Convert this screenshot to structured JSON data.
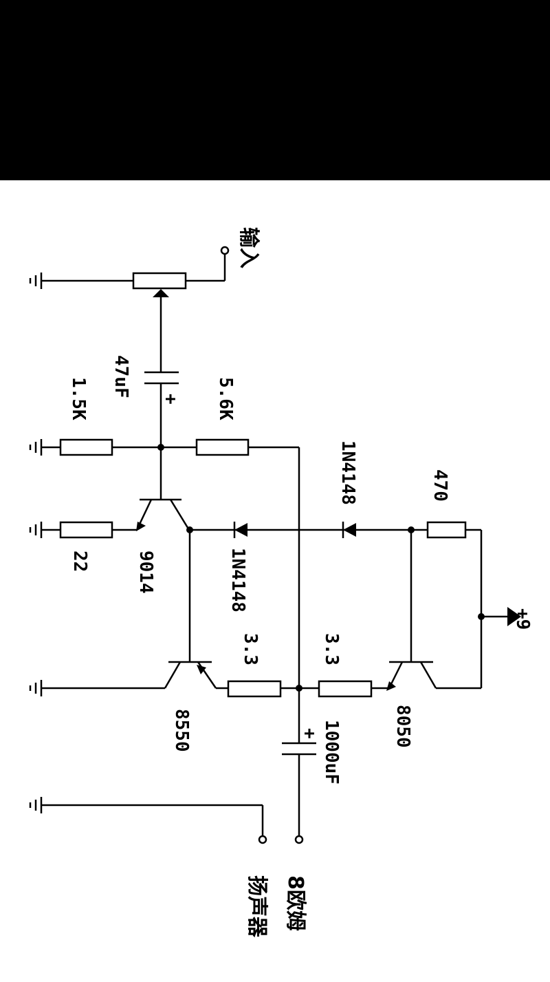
{
  "labels": {
    "input": "输入",
    "speaker_line1": "8欧姆",
    "speaker_line2": "扬声器",
    "cap_input": "47uF",
    "cap_output": "1000uF",
    "res_bias_low": "1.5K",
    "res_bias_high": "5.6K",
    "res_emitter": "22",
    "res_collector": "470",
    "res_out_left": "3.3",
    "res_out_right": "3.3",
    "diode_top": "1N4148",
    "diode_bottom": "1N4148",
    "q_driver": "9014",
    "q_pnp": "8550",
    "q_npn": "8050",
    "supply": "+9",
    "plus": "+"
  }
}
